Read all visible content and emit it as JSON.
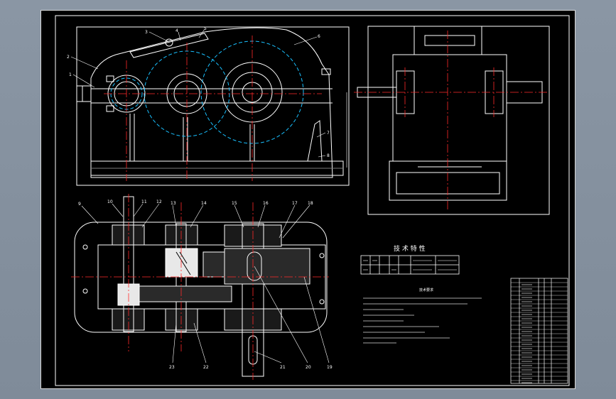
{
  "colors": {
    "background": "#7f8b99",
    "sheet": "#000000",
    "line": "#ffffff",
    "center": "#ff2a2a",
    "pitch": "#19c0ff",
    "hatch": "#7a7a7a",
    "metal": "#e8e8e8"
  },
  "front_view": {
    "part_numbers": [
      "1",
      "2",
      "3",
      "4",
      "5",
      "6",
      "7",
      "8"
    ]
  },
  "plan_view": {
    "part_numbers_top": [
      "9",
      "10",
      "11",
      "12",
      "13",
      "14",
      "15",
      "16",
      "17",
      "18"
    ],
    "part_numbers_bottom": [
      "23",
      "22",
      "21",
      "20",
      "19"
    ]
  },
  "tech_table": {
    "title": "技 术 特 性"
  },
  "notes": {
    "title": "技术要求"
  }
}
